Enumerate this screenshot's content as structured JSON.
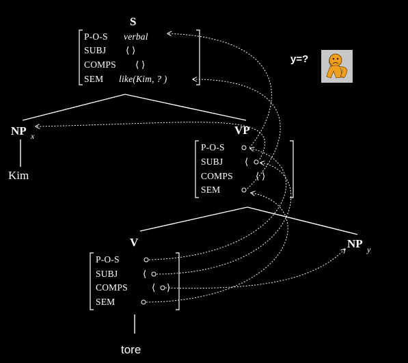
{
  "labels": {
    "s": "S",
    "vp": "VP",
    "v": "V",
    "np_x": "NP",
    "np_x_sub": "x",
    "np_y": "NP",
    "np_y_sub": "y",
    "kim": "Kim",
    "tore": "tore",
    "y_question": "y=?"
  },
  "s_avm": {
    "pos_feat": "P-O-S",
    "pos_val": "verbal",
    "subj_feat": "SUBJ",
    "subj_val": "⟨   ⟩",
    "comps_feat": "COMPS",
    "comps_val": "⟨   ⟩",
    "sem_feat": "SEM",
    "sem_val": "like(Kim,  ? )"
  },
  "vp_avm": {
    "pos_feat": "P-O-S",
    "subj_feat": "SUBJ",
    "subj_open": "⟨",
    "comps_feat": "COMPS",
    "comps_val": "⟨   ⟩",
    "sem_feat": "SEM"
  },
  "v_avm": {
    "pos_feat": "P-O-S",
    "subj_feat": "SUBJ",
    "subj_open": "⟨",
    "comps_feat": "COMPS",
    "comps_open": "⟨",
    "comps_close": "⟩",
    "sem_feat": "SEM"
  },
  "icons": {
    "confused_figure": "confused-figure-icon",
    "figure_color": "#f0a020",
    "figure_bg": "#c8c8c8"
  }
}
